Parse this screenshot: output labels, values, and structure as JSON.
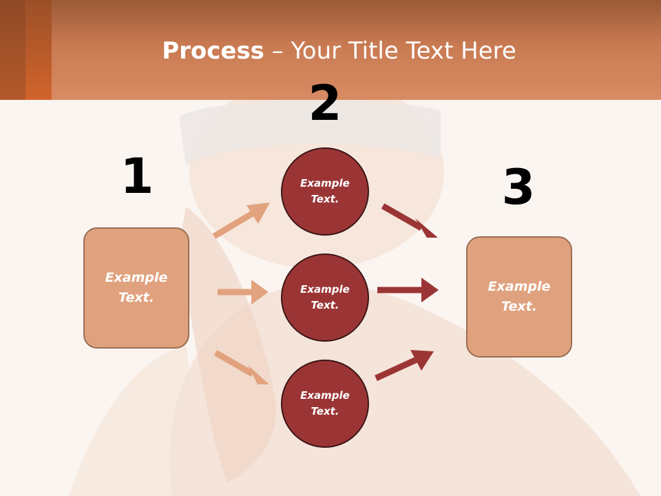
{
  "slide": {
    "title_bold": "Process",
    "title_rest": " – Your Title Text Here"
  },
  "steps": {
    "step1": {
      "number": "1",
      "box_text": "Example Text."
    },
    "step2": {
      "number": "2",
      "circles": [
        "Example Text.",
        "Example Text.",
        "Example Text."
      ]
    },
    "step3": {
      "number": "3",
      "box_text": "Example Text."
    }
  },
  "colors": {
    "header": "#d88c63",
    "box_fill": "#e0a27e",
    "circle_fill": "#9b3535",
    "arrow_light": "#e2a27e",
    "arrow_dark": "#9b3535"
  },
  "background_image": "smiling-woman-photo"
}
